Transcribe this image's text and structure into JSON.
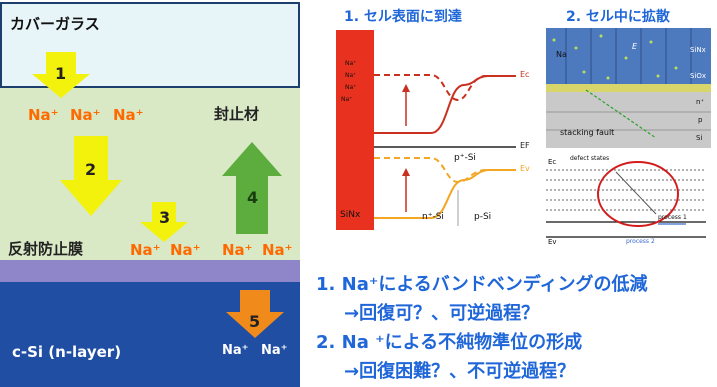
{
  "left_panel": {
    "glass_label": "カバーガラス",
    "encapsulant_label": "封止材",
    "arc_label": "反射防止膜",
    "silicon_label": "c-Si (n-layer)",
    "na_row_top": [
      "Na⁺",
      "Na⁺",
      "Na⁺"
    ],
    "na_row_arc_left": [
      "Na⁺",
      "Na⁺"
    ],
    "na_row_arc_right": [
      "Na⁺",
      "Na⁺"
    ],
    "na_row_si": [
      "Na⁺",
      "Na⁺"
    ],
    "arrow_numbers": [
      "1",
      "2",
      "3",
      "4",
      "5"
    ],
    "colors": {
      "glass": "#e6f4f7",
      "encapsulant": "#dbe9c7",
      "arc": "#8f87c9",
      "silicon": "#1f4fa3",
      "arrow_yellow": "#f2f20a",
      "arrow_green": "#5aad3c",
      "arrow_orange": "#f08a1a"
    }
  },
  "band_diagram": {
    "title": "1. セル表面に到達",
    "sinx_label": "SiNx",
    "n_si_label": "n⁺-Si",
    "p_si_label": "p-Si",
    "p_plus_si_label": "p⁺-Si",
    "ec_label": "Ec",
    "ef_label": "EF",
    "ev_label": "Ev",
    "na_labels": [
      "Na⁺",
      "Na⁺",
      "Na⁺",
      "Na⁺"
    ]
  },
  "diffusion_diagram": {
    "title": "2. セル中に拡散",
    "na_label": "Na",
    "e_label": "E",
    "sin_label": "SiNx",
    "sio_label": "SiOx",
    "n_label": "n⁺",
    "p_label": "p",
    "si_label": "Si",
    "stacking_fault_label": "stacking fault",
    "defect_states_label": "defect states",
    "ec_label": "Ec",
    "ev_label": "Ev",
    "process1_label": "process 1",
    "process2_label": "process 2"
  },
  "conclusions": {
    "line1": "1. Na⁺によるバンドベンディングの低減",
    "line2": "→回復可？、可逆過程？",
    "line3": "2. Na ⁺による不純物準位の形成",
    "line4": "→回復困難？、不可逆過程？"
  }
}
